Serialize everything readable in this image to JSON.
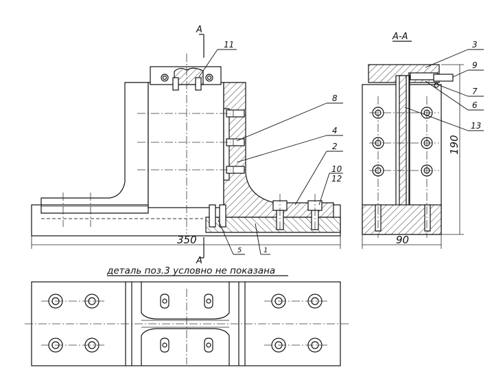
{
  "drawing": {
    "section_mark_top": "А",
    "section_mark_bottom": "А",
    "section_view_title": "А-А",
    "caption": "деталь поз.3 условно не показана",
    "dimensions": {
      "width_main": "350",
      "width_side": "90",
      "height_side": "190"
    },
    "callouts": {
      "p11": "11",
      "p8": "8",
      "p4": "4",
      "p2": "2",
      "p10": "10",
      "p12": "12",
      "p5": "5",
      "p1": "1",
      "p3": "3",
      "p9": "9",
      "p7": "7",
      "p6": "6",
      "p13": "13"
    }
  }
}
